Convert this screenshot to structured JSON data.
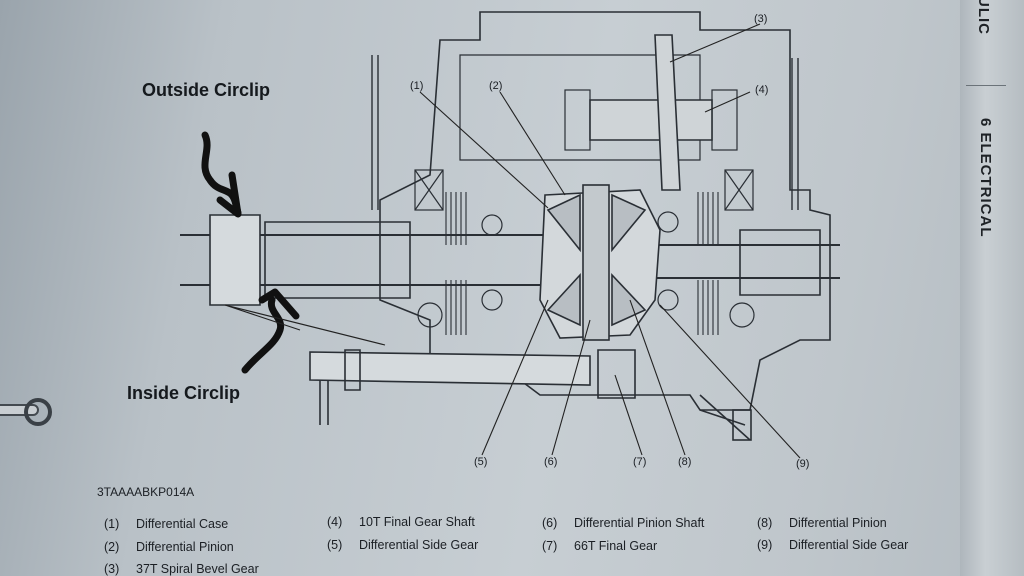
{
  "tabs": {
    "top": "ULIC",
    "electrical": "6 ELECTRICAL"
  },
  "annotations": {
    "outside": "Outside Circlip",
    "inside": "Inside Circlip"
  },
  "callouts": [
    "(1)",
    "(2)",
    "(3)",
    "(4)",
    "(5)",
    "(6)",
    "(7)",
    "(8)",
    "(9)"
  ],
  "figure_code": "3TAAAABKP014A",
  "legend": [
    {
      "num": "(1)",
      "text": "Differential Case"
    },
    {
      "num": "(2)",
      "text": "Differential Pinion"
    },
    {
      "num": "(3)",
      "text": "37T Spiral Bevel Gear"
    },
    {
      "num": "(4)",
      "text": "10T Final Gear Shaft"
    },
    {
      "num": "(5)",
      "text": "Differential Side Gear"
    },
    {
      "num": "(6)",
      "text": "Differential Pinion Shaft"
    },
    {
      "num": "(7)",
      "text": "66T Final Gear"
    },
    {
      "num": "(8)",
      "text": "Differential Pinion"
    },
    {
      "num": "(9)",
      "text": "Differential Side Gear"
    }
  ]
}
